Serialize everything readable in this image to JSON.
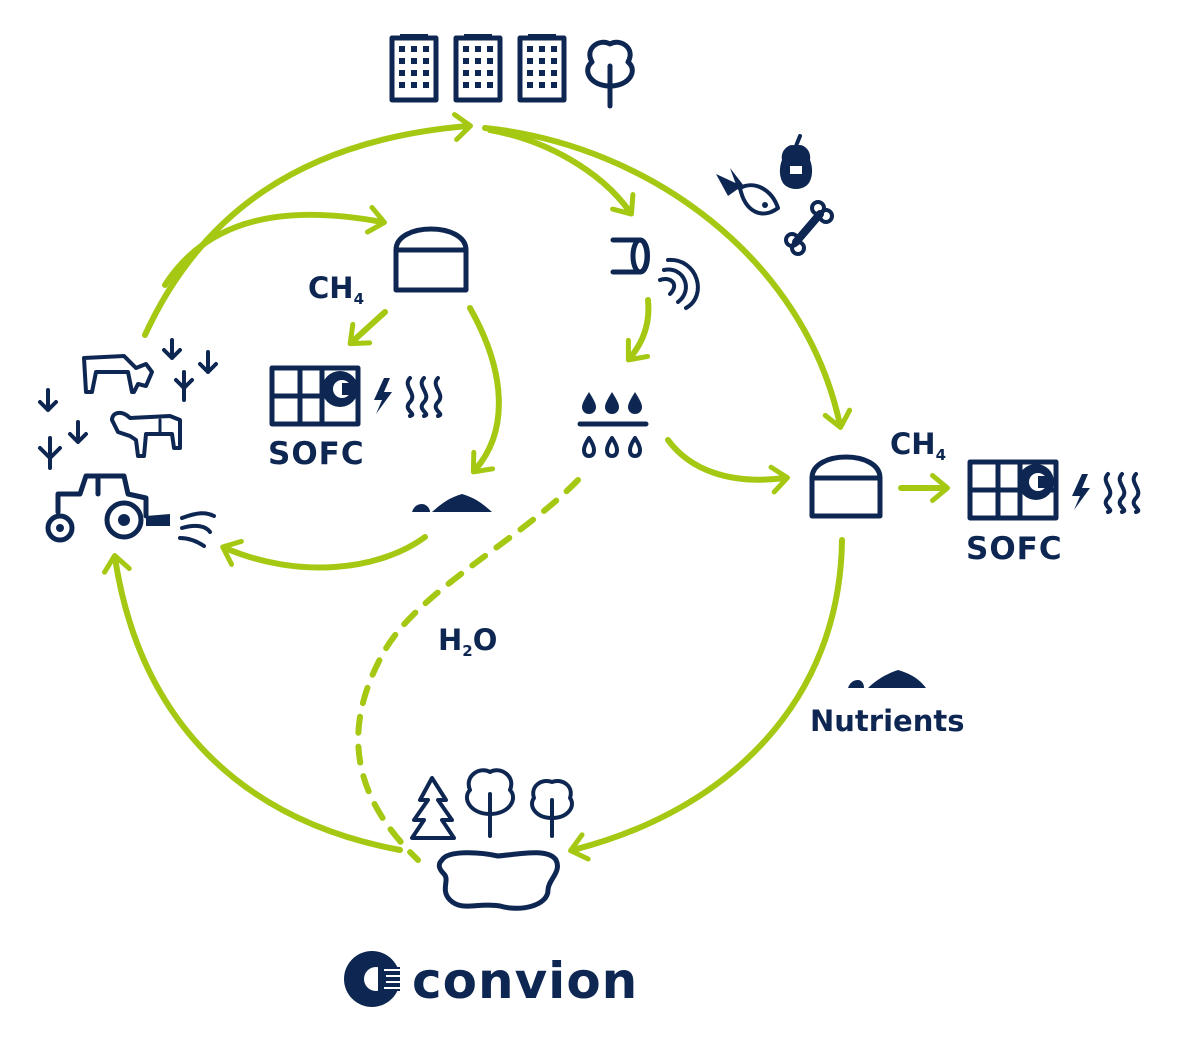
{
  "diagram": {
    "labels": {
      "ch4_left": "CH",
      "ch4_left_sub": "4",
      "sofc_left": "SOFC",
      "ch4_right": "CH",
      "ch4_right_sub": "4",
      "sofc_right": "SOFC",
      "h2o_h": "H",
      "h2o_sub": "2",
      "h2o_o": "O",
      "nutrients": "Nutrients"
    }
  },
  "logo": {
    "text": "convion"
  },
  "colors": {
    "navy": "#0e2752",
    "green": "#a5c813"
  }
}
